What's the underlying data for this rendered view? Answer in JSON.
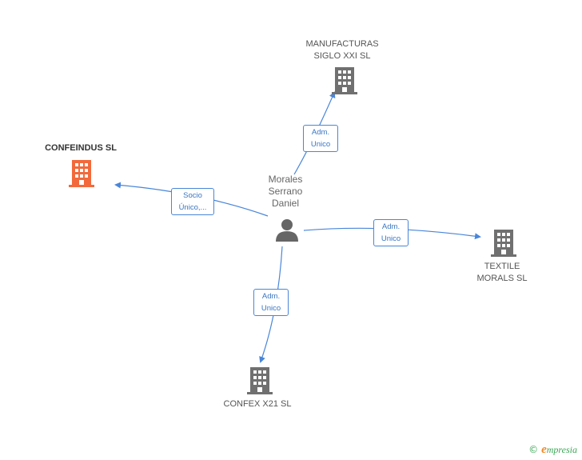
{
  "nodes": {
    "person": {
      "name": "Morales\nSerrano\nDaniel"
    },
    "confeindus": {
      "name": "CONFEINDUS SL"
    },
    "manufacturas": {
      "name": "MANUFACTURAS\nSIGLO XXI SL"
    },
    "textile": {
      "name": "TEXTILE\nMORALS SL"
    },
    "confex": {
      "name": "CONFEX X21 SL"
    }
  },
  "edges": {
    "to_confeindus": "Socio\nÚnico,...",
    "to_manufacturas": "Adm.\nUnico",
    "to_textile": "Adm.\nUnico",
    "to_confex": "Adm.\nUnico"
  },
  "colors": {
    "main_company": "#f26a3b",
    "company": "#707070",
    "person": "#666666",
    "edge": "#4a86d9"
  },
  "footer": {
    "copyright": "©",
    "brand_initial": "e",
    "brand_rest": "mpresia"
  }
}
